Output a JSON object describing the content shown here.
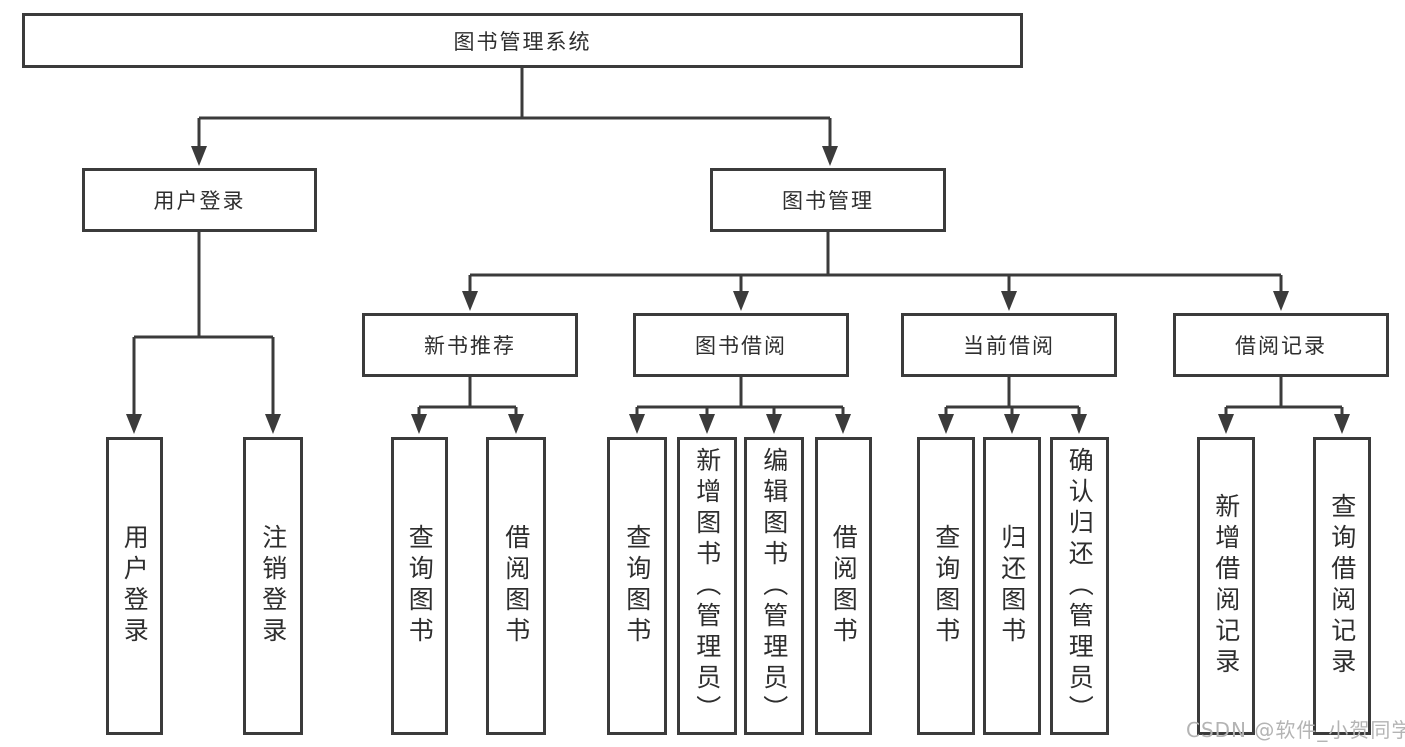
{
  "colors": {
    "background": "#ffffff",
    "line": "#3b3b3b",
    "box_border": "#3b3b3b",
    "text": "#2e2e2e",
    "watermark": "#b4b4b4"
  },
  "watermark": "CSDN @软件_小贺同学",
  "tree": {
    "root": {
      "label": "图书管理系统",
      "children": [
        {
          "label": "用户登录",
          "children": [
            {
              "label": "用户登录"
            },
            {
              "label": "注销登录"
            }
          ]
        },
        {
          "label": "图书管理",
          "children": [
            {
              "label": "新书推荐",
              "children": [
                {
                  "label": "查询图书"
                },
                {
                  "label": "借阅图书"
                }
              ]
            },
            {
              "label": "图书借阅",
              "children": [
                {
                  "label": "查询图书"
                },
                {
                  "label": "新增图书（管理员）"
                },
                {
                  "label": "编辑图书（管理员）"
                },
                {
                  "label": "借阅图书"
                }
              ]
            },
            {
              "label": "当前借阅",
              "children": [
                {
                  "label": "查询图书"
                },
                {
                  "label": "归还图书"
                },
                {
                  "label": "确认归还（管理员）"
                }
              ]
            },
            {
              "label": "借阅记录",
              "children": [
                {
                  "label": "新增借阅记录"
                },
                {
                  "label": "查询借阅记录"
                }
              ]
            }
          ]
        }
      ]
    }
  }
}
